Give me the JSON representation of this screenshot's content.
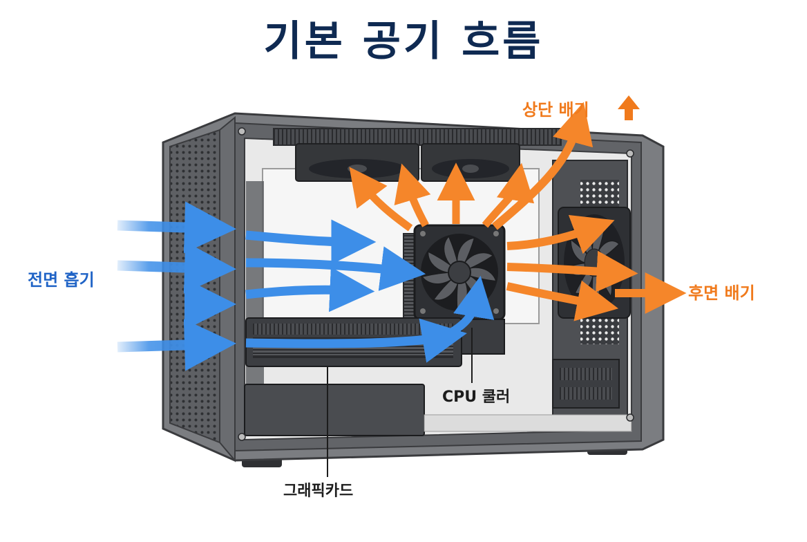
{
  "title": "기본 공기 흐름",
  "labels": {
    "front_intake": "전면 흡기",
    "top_exhaust": "상단 배기",
    "rear_exhaust": "후면 배기",
    "cpu_cooler": "CPU 쿨러",
    "graphics_card": "그래픽카드"
  },
  "colors": {
    "intake": "#3d8ee8",
    "exhaust": "#f5862a",
    "case": "#77797d",
    "title": "#0f2a52"
  }
}
